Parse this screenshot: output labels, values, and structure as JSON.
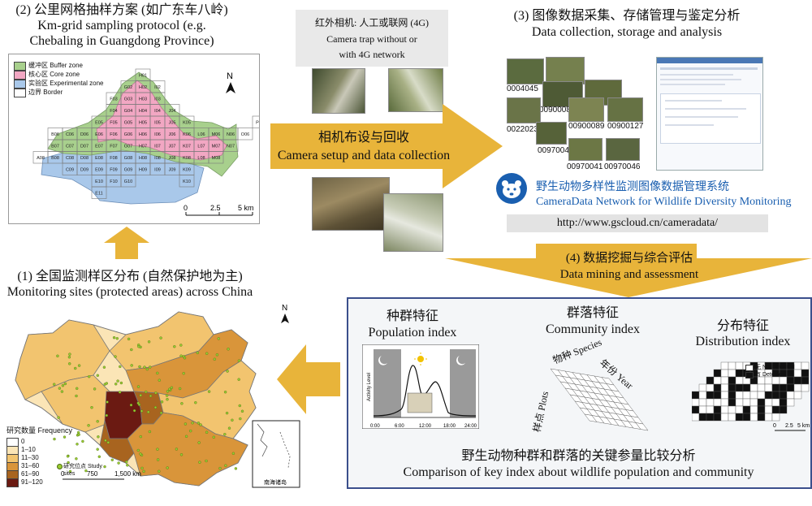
{
  "step2": {
    "title_cn": "(2) 公里网格抽样方案 (如广东车八岭)",
    "title_en1": "Km-grid sampling protocol (e.g.",
    "title_en2": "Chebaling in Guangdong Province)",
    "legend": [
      {
        "label": "缓冲区 Buffer zone",
        "color": "#a8d08d"
      },
      {
        "label": "核心区 Core zone",
        "color": "#f2a7c3"
      },
      {
        "label": "实验区 Experimental zone",
        "color": "#a9c8ea"
      },
      {
        "label": "边界 Border",
        "color": "#ffffff"
      }
    ],
    "north": "N",
    "scale_labels": [
      "0",
      "2.5",
      "5 km"
    ],
    "grid_cells": [
      {
        "id": "H01",
        "c": 7,
        "r": 0
      },
      {
        "id": "G02",
        "c": 6,
        "r": 1
      },
      {
        "id": "H02",
        "c": 7,
        "r": 1
      },
      {
        "id": "I02",
        "c": 8,
        "r": 1
      },
      {
        "id": "F03",
        "c": 5,
        "r": 2
      },
      {
        "id": "G03",
        "c": 6,
        "r": 2
      },
      {
        "id": "H03",
        "c": 7,
        "r": 2
      },
      {
        "id": "I03",
        "c": 8,
        "r": 2
      },
      {
        "id": "F04",
        "c": 5,
        "r": 3
      },
      {
        "id": "G04",
        "c": 6,
        "r": 3
      },
      {
        "id": "H04",
        "c": 7,
        "r": 3
      },
      {
        "id": "I04",
        "c": 8,
        "r": 3
      },
      {
        "id": "J04",
        "c": 9,
        "r": 3
      },
      {
        "id": "E05",
        "c": 4,
        "r": 4
      },
      {
        "id": "F05",
        "c": 5,
        "r": 4
      },
      {
        "id": "G05",
        "c": 6,
        "r": 4
      },
      {
        "id": "H05",
        "c": 7,
        "r": 4
      },
      {
        "id": "I05",
        "c": 8,
        "r": 4
      },
      {
        "id": "J05",
        "c": 9,
        "r": 4
      },
      {
        "id": "K05",
        "c": 10,
        "r": 4
      },
      {
        "id": "P05",
        "c": 15,
        "r": 4
      },
      {
        "id": "B06",
        "c": 1,
        "r": 5
      },
      {
        "id": "C06",
        "c": 2,
        "r": 5
      },
      {
        "id": "D06",
        "c": 3,
        "r": 5
      },
      {
        "id": "E06",
        "c": 4,
        "r": 5
      },
      {
        "id": "F06",
        "c": 5,
        "r": 5
      },
      {
        "id": "G06",
        "c": 6,
        "r": 5
      },
      {
        "id": "H06",
        "c": 7,
        "r": 5
      },
      {
        "id": "I06",
        "c": 8,
        "r": 5
      },
      {
        "id": "J06",
        "c": 9,
        "r": 5
      },
      {
        "id": "K06",
        "c": 10,
        "r": 5
      },
      {
        "id": "L06",
        "c": 11,
        "r": 5
      },
      {
        "id": "M06",
        "c": 12,
        "r": 5
      },
      {
        "id": "N06",
        "c": 13,
        "r": 5
      },
      {
        "id": "O06",
        "c": 14,
        "r": 5
      },
      {
        "id": "B07",
        "c": 1,
        "r": 6
      },
      {
        "id": "C07",
        "c": 2,
        "r": 6
      },
      {
        "id": "D07",
        "c": 3,
        "r": 6
      },
      {
        "id": "E07",
        "c": 4,
        "r": 6
      },
      {
        "id": "F07",
        "c": 5,
        "r": 6
      },
      {
        "id": "G07",
        "c": 6,
        "r": 6
      },
      {
        "id": "H07",
        "c": 7,
        "r": 6
      },
      {
        "id": "I07",
        "c": 8,
        "r": 6
      },
      {
        "id": "J07",
        "c": 9,
        "r": 6
      },
      {
        "id": "K07",
        "c": 10,
        "r": 6
      },
      {
        "id": "L07",
        "c": 11,
        "r": 6
      },
      {
        "id": "M07",
        "c": 12,
        "r": 6
      },
      {
        "id": "N07",
        "c": 13,
        "r": 6
      },
      {
        "id": "A08",
        "c": 0,
        "r": 7
      },
      {
        "id": "B08",
        "c": 1,
        "r": 7
      },
      {
        "id": "C08",
        "c": 2,
        "r": 7
      },
      {
        "id": "D08",
        "c": 3,
        "r": 7
      },
      {
        "id": "E08",
        "c": 4,
        "r": 7
      },
      {
        "id": "F08",
        "c": 5,
        "r": 7
      },
      {
        "id": "G08",
        "c": 6,
        "r": 7
      },
      {
        "id": "H08",
        "c": 7,
        "r": 7
      },
      {
        "id": "I08",
        "c": 8,
        "r": 7
      },
      {
        "id": "J08",
        "c": 9,
        "r": 7
      },
      {
        "id": "K08",
        "c": 10,
        "r": 7
      },
      {
        "id": "L08",
        "c": 11,
        "r": 7
      },
      {
        "id": "M08",
        "c": 12,
        "r": 7
      },
      {
        "id": "C09",
        "c": 2,
        "r": 8
      },
      {
        "id": "D09",
        "c": 3,
        "r": 8
      },
      {
        "id": "E09",
        "c": 4,
        "r": 8
      },
      {
        "id": "F09",
        "c": 5,
        "r": 8
      },
      {
        "id": "G09",
        "c": 6,
        "r": 8
      },
      {
        "id": "H09",
        "c": 7,
        "r": 8
      },
      {
        "id": "I09",
        "c": 8,
        "r": 8
      },
      {
        "id": "J09",
        "c": 9,
        "r": 8
      },
      {
        "id": "K09",
        "c": 10,
        "r": 8
      },
      {
        "id": "E10",
        "c": 4,
        "r": 9
      },
      {
        "id": "F10",
        "c": 5,
        "r": 9
      },
      {
        "id": "G10",
        "c": 6,
        "r": 9
      },
      {
        "id": "K10",
        "c": 10,
        "r": 9
      },
      {
        "id": "E11",
        "c": 4,
        "r": 10
      }
    ]
  },
  "step1": {
    "title_cn": "(1) 全国监测样区分布 (自然保护地为主)",
    "title_en": "Monitoring sites (protected areas) across China",
    "legend_title": "研究数量 Frequency",
    "legend": [
      {
        "label": "0",
        "color": "#ffffff"
      },
      {
        "label": "1–10",
        "color": "#fbe5b6"
      },
      {
        "label": "11–30",
        "color": "#f2c46f"
      },
      {
        "label": "31–60",
        "color": "#d9953a"
      },
      {
        "label": "61–90",
        "color": "#a8641f"
      },
      {
        "label": "91–120",
        "color": "#6b1a12"
      }
    ],
    "sites_label": "研究位点 Study sites",
    "scale_labels": [
      "0",
      "750",
      "1,500 km"
    ],
    "inset_label": "南海诸岛",
    "north": "N"
  },
  "camera": {
    "label_cn": "红外相机: 人工或联网 (4G)",
    "label_en1": "Camera trap without or",
    "label_en2": "with 4G network"
  },
  "arrow_setup": {
    "label_cn": "相机布设与回收",
    "label_en": "Camera setup and data collection"
  },
  "step3": {
    "title_cn": "(3) 图像数据采集、存储管理与鉴定分析",
    "title_en": "Data collection, storage and analysis",
    "photo_ids": [
      "0004045",
      "0090008",
      "0022023",
      "00900089",
      "00900127",
      "0097004",
      "00970041",
      "00970046"
    ],
    "brand_cn": "野生动物多样性监测图像数据管理系统",
    "brand_en": "CameraData Network for Wildlife Diversity Monitoring",
    "url": "http://www.gscloud.cn/cameradata/"
  },
  "step4": {
    "title_cn": "(4) 数据挖掘与综合评估",
    "title_en": "Data mining and assessment"
  },
  "analysis": {
    "population_cn": "种群特征",
    "population_en": "Population index",
    "community_cn": "群落特征",
    "community_en": "Community index",
    "distribution_cn": "分布特征",
    "distribution_en": "Distribution index",
    "activity_ylabel": "Activity Level",
    "activity_ticks": [
      "0:00",
      "6:00",
      "12:00",
      "18:00",
      "24:00"
    ],
    "cube_species": "物种 Species",
    "cube_year": "年份 Year",
    "cube_plots": "样点 Plots",
    "dist_legend": [
      "无 Not detected",
      "有 Detected"
    ],
    "dist_scale": [
      "0",
      "2.5",
      "5 km"
    ],
    "bottom_cn": "野生动物种群和群落的关键参量比较分析",
    "bottom_en": "Comparison of key index about wildlife population and community"
  },
  "colors": {
    "arrow": "#e8b43a",
    "analysis_border": "#3b4f8c",
    "brand_blue": "#1a5fb0"
  }
}
